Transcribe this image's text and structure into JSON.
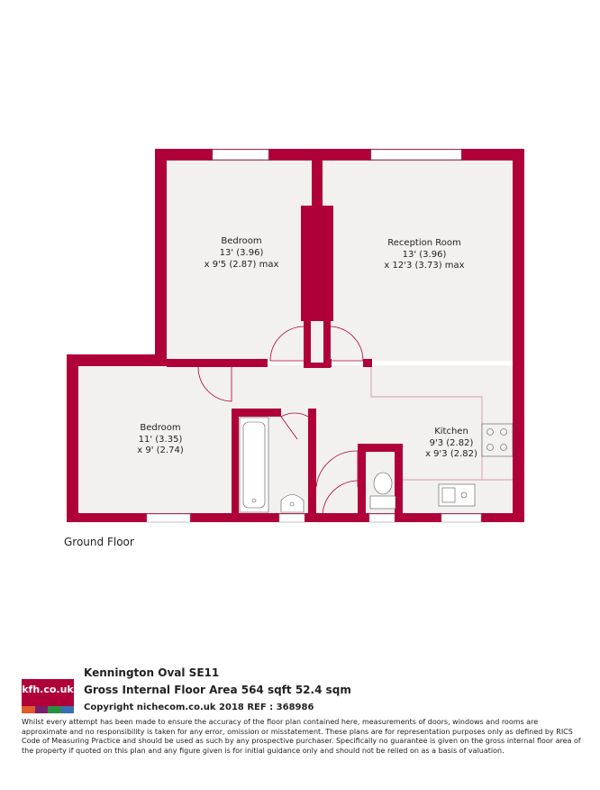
{
  "plan": {
    "floor_label": "Ground Floor",
    "rooms": [
      {
        "name": "Bedroom",
        "dim1": "13' (3.96)",
        "dim2": "x 9'5 (2.87) max"
      },
      {
        "name": "Reception Room",
        "dim1": "13' (3.96)",
        "dim2": "x 12'3 (3.73) max"
      },
      {
        "name": "Bedroom",
        "dim1": "11' (3.35)",
        "dim2": "x 9' (2.74)"
      },
      {
        "name": "Kitchen",
        "dim1": "9'3 (2.82)",
        "dim2": "x 9'3 (2.82)"
      }
    ],
    "wall_color": "#b0003a",
    "floor_color": "#f2f1ef"
  },
  "footer": {
    "logo_text": "kfh.co.uk",
    "logo_colors": [
      "#e05a2b",
      "#7a1e6c",
      "#2a8f3f",
      "#3a6fb5"
    ],
    "address": "Kennington Oval SE11",
    "area": "Gross Internal Floor Area 564 sqft 52.4 sqm",
    "copyright": "Copyright nichecom.co.uk 2018 REF : 368986",
    "disclaimer": "Whilst every attempt has been made to ensure the accuracy of the floor plan contained here, measurements of doors, windows and rooms are approximate and no responsibility is taken for any error, omission or misstatement.  These plans are for representation purposes only as defined by RICS Code of Measuring Practice and should be used as such by any prospective purchaser.  Specifically no guarantee is given on the gross internal floor area of the property if quoted on this plan and any figure given is for initial guidance only and should not be relied on as a basis of valuation."
  }
}
